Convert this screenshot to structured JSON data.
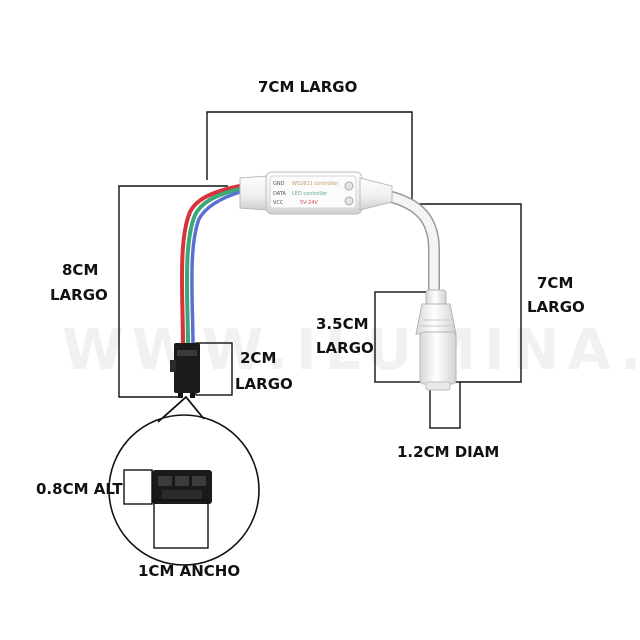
{
  "watermark": "WWW.ILUMINA.PE",
  "controller_text": {
    "pins": [
      "GND",
      "DATA",
      "VCC"
    ],
    "line1": "WS2811 controller",
    "line2": "LED controller",
    "line3": "5V-24V"
  },
  "labels": {
    "top_width": "7CM LARGO",
    "left_height_line1": "8CM",
    "left_height_line2": "LARGO",
    "right_height_line1": "7CM",
    "right_height_line2": "LARGO",
    "jack_length_line1": "3.5CM",
    "jack_length_line2": "LARGO",
    "connector_length_line1": "2CM",
    "connector_length_line2": "LARGO",
    "jack_diameter": "1.2CM DIAM",
    "connector_height": "0.8CM ALT",
    "connector_width": "1CM ANCHO"
  },
  "colors": {
    "wire_red": "#d8333c",
    "wire_green": "#3aa878",
    "wire_blue": "#5a6fd0",
    "cable_white": "#f2f2f2",
    "connector_black": "#1a1a1a",
    "outline": "#111111"
  }
}
